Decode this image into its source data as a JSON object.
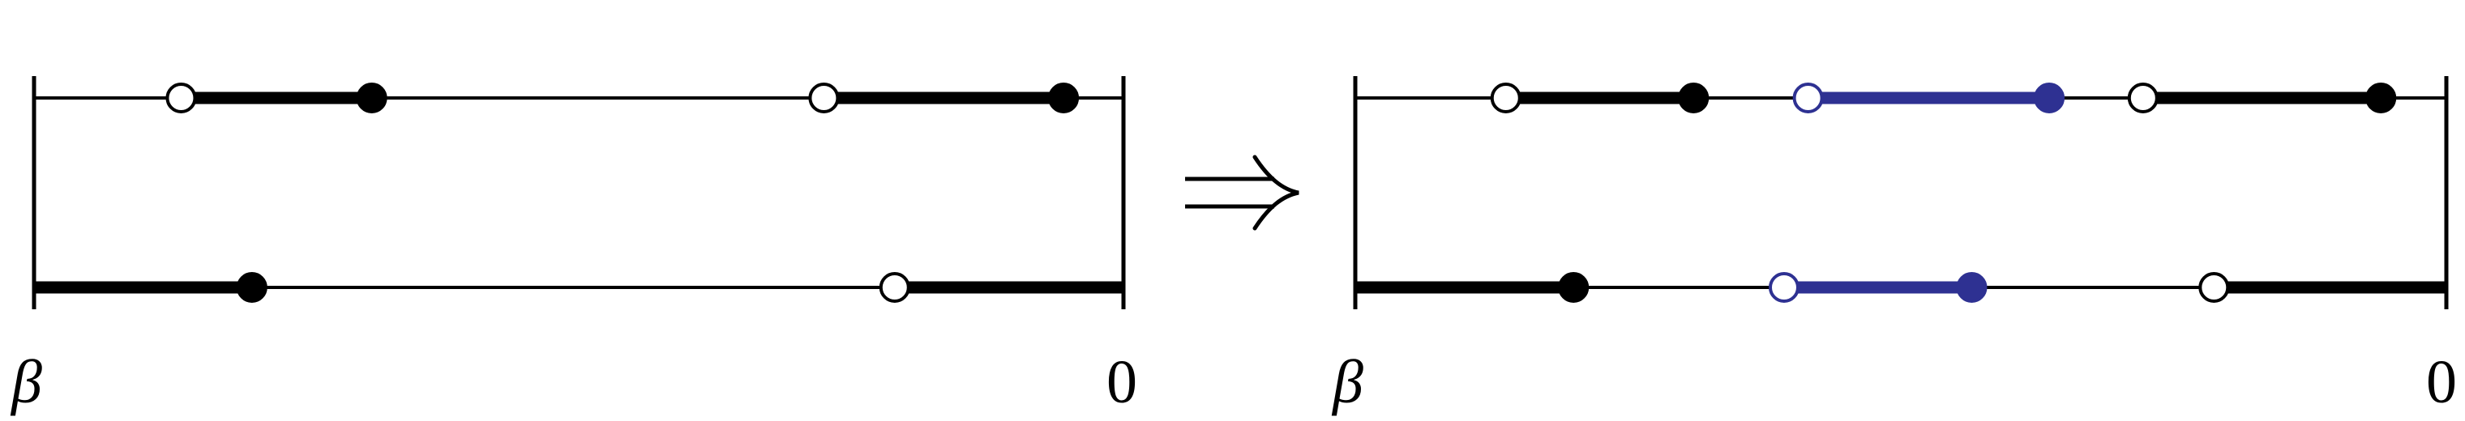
{
  "colors": {
    "line": "#000000",
    "accent": "#2e3192",
    "background": "#ffffff"
  },
  "panels": [
    {
      "left_label": "β",
      "right_label": "0",
      "rows": [
        {
          "segments": [
            {
              "from": 0.135,
              "to": 0.31,
              "color": "black"
            },
            {
              "from": 0.725,
              "to": 0.945,
              "color": "black"
            }
          ],
          "markers": [
            {
              "pos": 0.135,
              "filled": false,
              "color": "black"
            },
            {
              "pos": 0.31,
              "filled": true,
              "color": "black"
            },
            {
              "pos": 0.725,
              "filled": false,
              "color": "black"
            },
            {
              "pos": 0.945,
              "filled": true,
              "color": "black"
            }
          ]
        },
        {
          "segments": [
            {
              "from": 0.0,
              "to": 0.2,
              "color": "black"
            },
            {
              "from": 0.79,
              "to": 1.0,
              "color": "black"
            }
          ],
          "markers": [
            {
              "pos": 0.2,
              "filled": true,
              "color": "black"
            },
            {
              "pos": 0.79,
              "filled": false,
              "color": "black"
            }
          ]
        }
      ]
    },
    {
      "left_label": "β",
      "right_label": "0",
      "rows": [
        {
          "segments": [
            {
              "from": 0.138,
              "to": 0.31,
              "color": "black"
            },
            {
              "from": 0.415,
              "to": 0.636,
              "color": "blue"
            },
            {
              "from": 0.722,
              "to": 0.94,
              "color": "black"
            }
          ],
          "markers": [
            {
              "pos": 0.138,
              "filled": false,
              "color": "black"
            },
            {
              "pos": 0.31,
              "filled": true,
              "color": "black"
            },
            {
              "pos": 0.415,
              "filled": false,
              "color": "blue"
            },
            {
              "pos": 0.636,
              "filled": true,
              "color": "blue"
            },
            {
              "pos": 0.722,
              "filled": false,
              "color": "black"
            },
            {
              "pos": 0.94,
              "filled": true,
              "color": "black"
            }
          ]
        },
        {
          "segments": [
            {
              "from": 0.0,
              "to": 0.2,
              "color": "black"
            },
            {
              "from": 0.393,
              "to": 0.565,
              "color": "blue"
            },
            {
              "from": 0.787,
              "to": 1.0,
              "color": "black"
            }
          ],
          "markers": [
            {
              "pos": 0.2,
              "filled": true,
              "color": "black"
            },
            {
              "pos": 0.393,
              "filled": false,
              "color": "blue"
            },
            {
              "pos": 0.565,
              "filled": true,
              "color": "blue"
            },
            {
              "pos": 0.787,
              "filled": false,
              "color": "black"
            }
          ]
        }
      ]
    }
  ],
  "arrow_symbol": "⇒"
}
